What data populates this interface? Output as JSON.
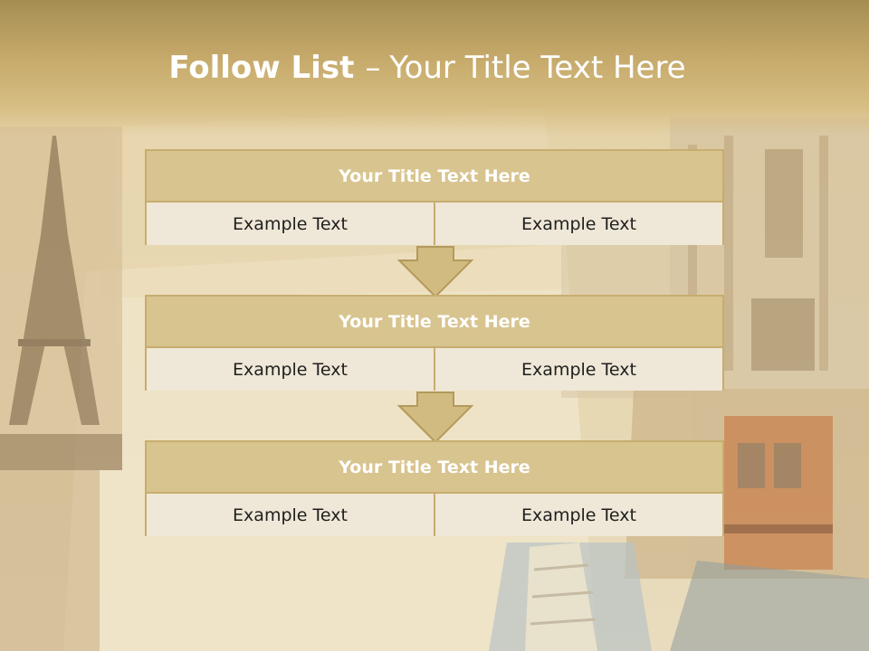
{
  "slide": {
    "title_bold": "Follow List",
    "title_separator": "–",
    "title_rest": "Your Title Text Here"
  },
  "blocks": [
    {
      "title": "Your Title Text Here",
      "cells": [
        "Example Text",
        "Example Text"
      ]
    },
    {
      "title": "Your Title Text Here",
      "cells": [
        "Example Text",
        "Example Text"
      ]
    },
    {
      "title": "Your Title Text Here",
      "cells": [
        "Example Text",
        "Example Text"
      ]
    }
  ],
  "colors": {
    "header_band": "#c7ab6c",
    "block_border": "#c7ad6e",
    "block_header": "#d8c48f",
    "cell_background": "#efe7d7",
    "arrow_fill": "#d1bb80"
  }
}
